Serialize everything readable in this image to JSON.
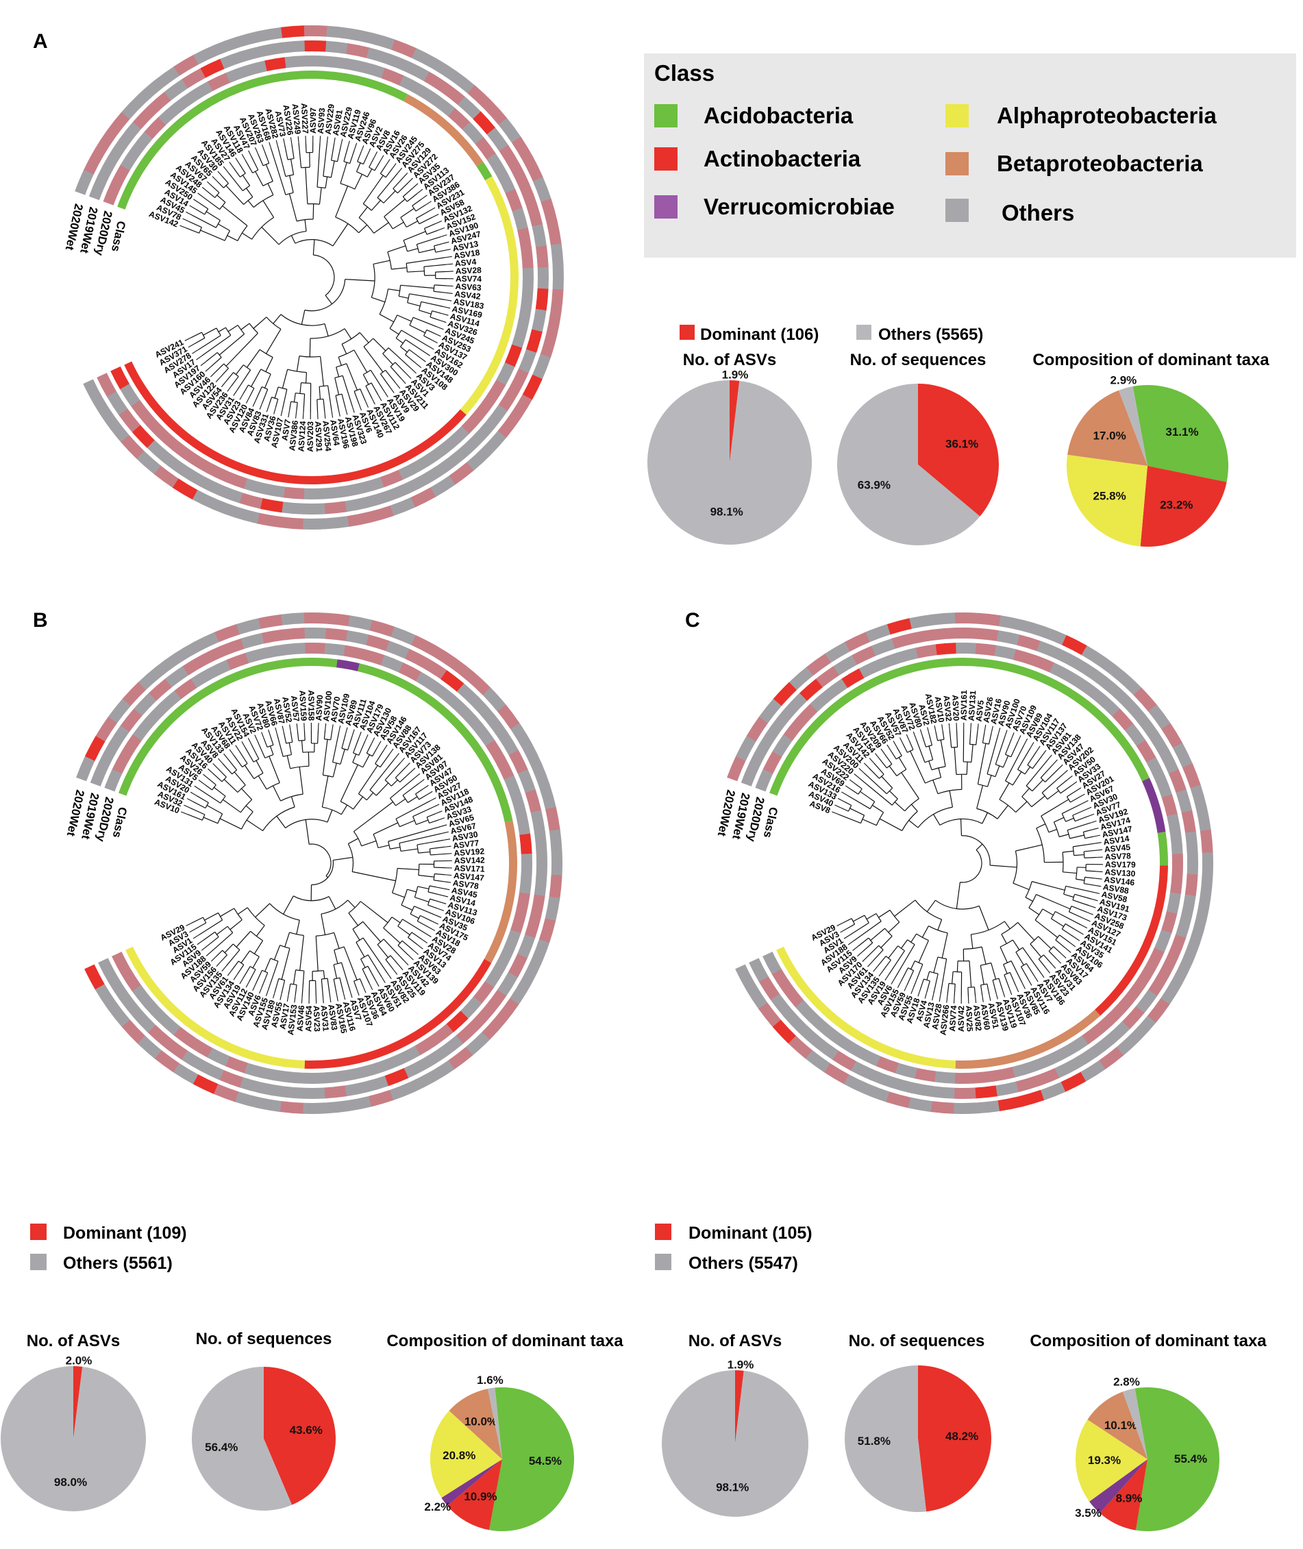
{
  "colors": {
    "Acidobacteria": "#6cbf3f",
    "Actinobacteria": "#e8312a",
    "Verrucomicrobiae": "#7b3a8f",
    "Alphaproteobacteria": "#ebe84a",
    "Betaproteobacteria": "#d48a62",
    "Others": "#b8b8bc",
    "ring_base": "#a0a0a4",
    "ring_pink": "#c77d84",
    "ring_red": "#e8312a",
    "legend_bg": "#e8e8e8"
  },
  "class_legend": {
    "title": "Class",
    "items": [
      {
        "name": "Acidobacteria",
        "icon": "green-square"
      },
      {
        "name": "Alphaproteobacteria",
        "icon": "yellow-square"
      },
      {
        "name": "Actinobacteria",
        "icon": "red-square"
      },
      {
        "name": "Betaproteobacteria",
        "icon": "brown-square"
      },
      {
        "name": "Verrucomicrobiae",
        "icon": "purple-square"
      },
      {
        "name": "Others",
        "icon": "gray-square"
      }
    ]
  },
  "ring_labels": [
    "2020Wet",
    "2019Wet",
    "2020Dry",
    "Class"
  ],
  "panels": [
    {
      "id": "A",
      "label": "A",
      "dominant_label": "Dominant (106)",
      "others_label": "Others (5565)",
      "class_segments": [
        {
          "cls": "Acidobacteria",
          "from": 0.0,
          "to": 0.31
        },
        {
          "cls": "Betaproteobacteria",
          "from": 0.31,
          "to": 0.4
        },
        {
          "cls": "Acidobacteria",
          "from": 0.4,
          "to": 0.415
        },
        {
          "cls": "Alphaproteobacteria",
          "from": 0.415,
          "to": 0.64
        },
        {
          "cls": "Actinobacteria",
          "from": 0.64,
          "to": 1.0
        }
      ],
      "tips": [
        "ASV142",
        "ASV78",
        "ASV45",
        "ASV14",
        "ASV250",
        "ASV145",
        "ASV248",
        "ASV67",
        "ASV65",
        "ASV30",
        "ASV185",
        "ASV27",
        "ASV146",
        "ASV118",
        "ASV47",
        "ASV207",
        "ASV263",
        "ASV168",
        "ASV282",
        "ASV73",
        "ASV226",
        "ASV249",
        "ASV227",
        "ASV97",
        "ASV93",
        "ASV229",
        "ASV81",
        "ASV229",
        "ASV119",
        "ASV246",
        "ASV96",
        "ASV2",
        "ASV8",
        "ASV16",
        "ASV26",
        "ASV245",
        "ASV275",
        "ASV129",
        "ASV272",
        "ASV35",
        "ASV113",
        "ASV237",
        "ASV386",
        "ASV231",
        "ASV58",
        "ASV132",
        "ASV152",
        "ASV190",
        "ASV247",
        "ASV13",
        "ASV18",
        "ASV4",
        "ASV28",
        "ASV74",
        "ASV63",
        "ASV42",
        "ASV183",
        "ASV169",
        "ASV114",
        "ASV326",
        "ASV245",
        "ASV253",
        "ASV137",
        "ASV162",
        "ASV300",
        "ASV148",
        "ASV108",
        "ASV3",
        "ASV1",
        "ASV211",
        "ASV29",
        "ASV9",
        "ASV19",
        "ASV112",
        "ASV267",
        "ASV140",
        "ASV6",
        "ASV323",
        "ASV198",
        "ASV196",
        "ASV64",
        "ASV254",
        "ASV291",
        "ASV203",
        "ASV124",
        "ASV386",
        "ASV7",
        "ASV107",
        "ASV36",
        "ASV331",
        "ASV83",
        "ASV84",
        "ASV120",
        "ASV23",
        "ASV31",
        "ASV236",
        "ASV54",
        "ASV122",
        "ASV46",
        "ASV160",
        "ASV197",
        "ASV17",
        "ASV278",
        "ASV371",
        "ASV241"
      ],
      "pies": [
        {
          "title": "No. of ASVs",
          "slices": [
            {
              "cls": "Actinobacteria",
              "value": 1.9,
              "label": "1.9%"
            },
            {
              "cls": "Others",
              "value": 98.1,
              "label": "98.1%"
            }
          ]
        },
        {
          "title": "No. of sequences",
          "slices": [
            {
              "cls": "Actinobacteria",
              "value": 36.1,
              "label": "36.1%"
            },
            {
              "cls": "Others",
              "value": 63.9,
              "label": "63.9%"
            }
          ]
        },
        {
          "title": "Composition of dominant taxa",
          "slices": [
            {
              "cls": "Acidobacteria",
              "value": 31.1,
              "label": "31.1%"
            },
            {
              "cls": "Actinobacteria",
              "value": 23.2,
              "label": "23.2%"
            },
            {
              "cls": "Alphaproteobacteria",
              "value": 25.8,
              "label": "25.8%"
            },
            {
              "cls": "Betaproteobacteria",
              "value": 17.0,
              "label": "17.0%"
            },
            {
              "cls": "Others",
              "value": 2.9,
              "label": "2.9%"
            }
          ]
        }
      ]
    },
    {
      "id": "B",
      "label": "B",
      "dominant_label": "Dominant (109)",
      "others_label": "Others (5561)",
      "class_segments": [
        {
          "cls": "Acidobacteria",
          "from": 0.0,
          "to": 0.245
        },
        {
          "cls": "Verrucomicrobiae",
          "from": 0.245,
          "to": 0.265
        },
        {
          "cls": "Acidobacteria",
          "from": 0.265,
          "to": 0.47
        },
        {
          "cls": "Betaproteobacteria",
          "from": 0.47,
          "to": 0.6
        },
        {
          "cls": "Actinobacteria",
          "from": 0.6,
          "to": 0.8
        },
        {
          "cls": "Alphaproteobacteria",
          "from": 0.8,
          "to": 1.0
        }
      ],
      "tips": [
        "ASV10",
        "ASV32",
        "ASV161",
        "ASV20",
        "ASV131",
        "ASV5",
        "ASV26",
        "ASV16",
        "ASV40",
        "ASV8",
        "ASV133",
        "ASV68",
        "ASV11",
        "ASV22",
        "ASV154",
        "ASV2",
        "ASV72",
        "ASV80",
        "ASV66",
        "ASV87",
        "ASV52",
        "ASV57",
        "ASV159",
        "ASV158",
        "ASV90",
        "ASV100",
        "ASV70",
        "ASV109",
        "ASV89",
        "ASV111",
        "ASV104",
        "ASV179",
        "ASV130",
        "ASV58",
        "ASV146",
        "ASV88",
        "ASV167",
        "ASV117",
        "ASV73",
        "ASV138",
        "ASV81",
        "ASV97",
        "ASV47",
        "ASV50",
        "ASV27",
        "ASV118",
        "ASV148",
        "ASV33",
        "ASV65",
        "ASV67",
        "ASV30",
        "ASV77",
        "ASV192",
        "ASV142",
        "ASV171",
        "ASV147",
        "ASV78",
        "ASV45",
        "ASV14",
        "ASV113",
        "ASV106",
        "ASV35",
        "ASV175",
        "ASV18",
        "ASV28",
        "ASV74",
        "ASV13",
        "ASV63",
        "ASV139",
        "ASV42",
        "ASV119",
        "ASV25",
        "ASV82",
        "ASV51",
        "ASV60",
        "ASV64",
        "ASV36",
        "ASV107",
        "ASV7",
        "ASV116",
        "ASV165",
        "ASV83",
        "ASV31",
        "ASV23",
        "ASV54",
        "ASV46",
        "ASV153",
        "ASV17",
        "ASV55",
        "ASV189",
        "ASV155",
        "ASV6",
        "ASV140",
        "ASV112",
        "ASV19",
        "ASV134",
        "ASV61",
        "ASV135",
        "ASV156",
        "ASV59",
        "ASV188",
        "ASV9",
        "ASV115",
        "ASV1",
        "ASV3",
        "ASV29"
      ],
      "pies": [
        {
          "title": "No. of ASVs",
          "slices": [
            {
              "cls": "Actinobacteria",
              "value": 2.0,
              "label": "2.0%"
            },
            {
              "cls": "Others",
              "value": 98.0,
              "label": "98.0%"
            }
          ]
        },
        {
          "title": "No. of sequences",
          "slices": [
            {
              "cls": "Actinobacteria",
              "value": 43.6,
              "label": "43.6%"
            },
            {
              "cls": "Others",
              "value": 56.4,
              "label": "56.4%"
            }
          ]
        },
        {
          "title": "Composition of dominant taxa",
          "slices": [
            {
              "cls": "Acidobacteria",
              "value": 54.5,
              "label": "54.5%"
            },
            {
              "cls": "Actinobacteria",
              "value": 10.9,
              "label": "10.9%"
            },
            {
              "cls": "Verrucomicrobiae",
              "value": 2.2,
              "label": "2.2%"
            },
            {
              "cls": "Alphaproteobacteria",
              "value": 20.8,
              "label": "20.8%"
            },
            {
              "cls": "Betaproteobacteria",
              "value": 10.0,
              "label": "10.0%"
            },
            {
              "cls": "Others",
              "value": 1.6,
              "label": "1.6%"
            }
          ]
        }
      ]
    },
    {
      "id": "C",
      "label": "C",
      "dominant_label": "Dominant (105)",
      "others_label": "Others (5547)",
      "class_segments": [
        {
          "cls": "Acidobacteria",
          "from": 0.0,
          "to": 0.43
        },
        {
          "cls": "Verrucomicrobiae",
          "from": 0.43,
          "to": 0.48
        },
        {
          "cls": "Acidobacteria",
          "from": 0.48,
          "to": 0.51
        },
        {
          "cls": "Actinobacteria",
          "from": 0.51,
          "to": 0.66
        },
        {
          "cls": "Betaproteobacteria",
          "from": 0.66,
          "to": 0.8
        },
        {
          "cls": "Alphaproteobacteria",
          "from": 0.8,
          "to": 1.0
        }
      ],
      "tips": [
        "ASV8",
        "ASV40",
        "ASV133",
        "ASV216",
        "ASV69",
        "ASV222",
        "ASV220",
        "ASV200",
        "ASV11",
        "ASV142",
        "ASV154",
        "ASV209",
        "ASV66",
        "ASV52",
        "ASV57",
        "ASV87",
        "ASV72",
        "ASV80",
        "ASV2",
        "ASV182",
        "ASV10",
        "ASV32",
        "ASV20",
        "ASV161",
        "ASV131",
        "ASV5",
        "ASV26",
        "ASV16",
        "ASV90",
        "ASV100",
        "ASV70",
        "ASV109",
        "ASV89",
        "ASV104",
        "ASV117",
        "ASV137",
        "ASV81",
        "ASV138",
        "ASV47",
        "ASV202",
        "ASV50",
        "ASV33",
        "ASV27",
        "ASV201",
        "ASV67",
        "ASV30",
        "ASV77",
        "ASV192",
        "ASV174",
        "ASV147",
        "ASV14",
        "ASV45",
        "ASV78",
        "ASV179",
        "ASV130",
        "ASV146",
        "ASV88",
        "ASV58",
        "ASV191",
        "ASV173",
        "ASV258",
        "ASV127",
        "ASV151",
        "ASV141",
        "ASV35",
        "ASV106",
        "ASV64",
        "ASV17",
        "ASV83",
        "ASV31",
        "ASV23",
        "ASV186",
        "ASV7",
        "ASV116",
        "ASV85",
        "ASV36",
        "ASV107",
        "ASV119",
        "ASV139",
        "ASV51",
        "ASV60",
        "ASV82",
        "ASV25",
        "ASV42",
        "ASV74",
        "ASV266",
        "ASV28",
        "ASV13",
        "ASV4",
        "ASV18",
        "ASV55",
        "ASV59",
        "ASV155",
        "ASV6",
        "ASV19",
        "ASV135",
        "ASV134",
        "ASV61",
        "ASV170",
        "ASV9",
        "ASV115",
        "ASV188",
        "ASV1",
        "ASV3",
        "ASV29"
      ],
      "pies": [
        {
          "title": "No. of ASVs",
          "slices": [
            {
              "cls": "Actinobacteria",
              "value": 1.9,
              "label": "1.9%"
            },
            {
              "cls": "Others",
              "value": 98.1,
              "label": "98.1%"
            }
          ]
        },
        {
          "title": "No. of sequences",
          "slices": [
            {
              "cls": "Actinobacteria",
              "value": 48.2,
              "label": "48.2%"
            },
            {
              "cls": "Others",
              "value": 51.8,
              "label": "51.8%"
            }
          ]
        },
        {
          "title": "Composition of dominant taxa",
          "slices": [
            {
              "cls": "Acidobacteria",
              "value": 55.4,
              "label": "55.4%"
            },
            {
              "cls": "Actinobacteria",
              "value": 8.9,
              "label": "8.9%"
            },
            {
              "cls": "Verrucomicrobiae",
              "value": 3.5,
              "label": "3.5%"
            },
            {
              "cls": "Alphaproteobacteria",
              "value": 19.3,
              "label": "19.3%"
            },
            {
              "cls": "Betaproteobacteria",
              "value": 10.1,
              "label": "10.1%"
            },
            {
              "cls": "Others",
              "value": 2.8,
              "label": "2.8%"
            }
          ]
        }
      ]
    }
  ]
}
